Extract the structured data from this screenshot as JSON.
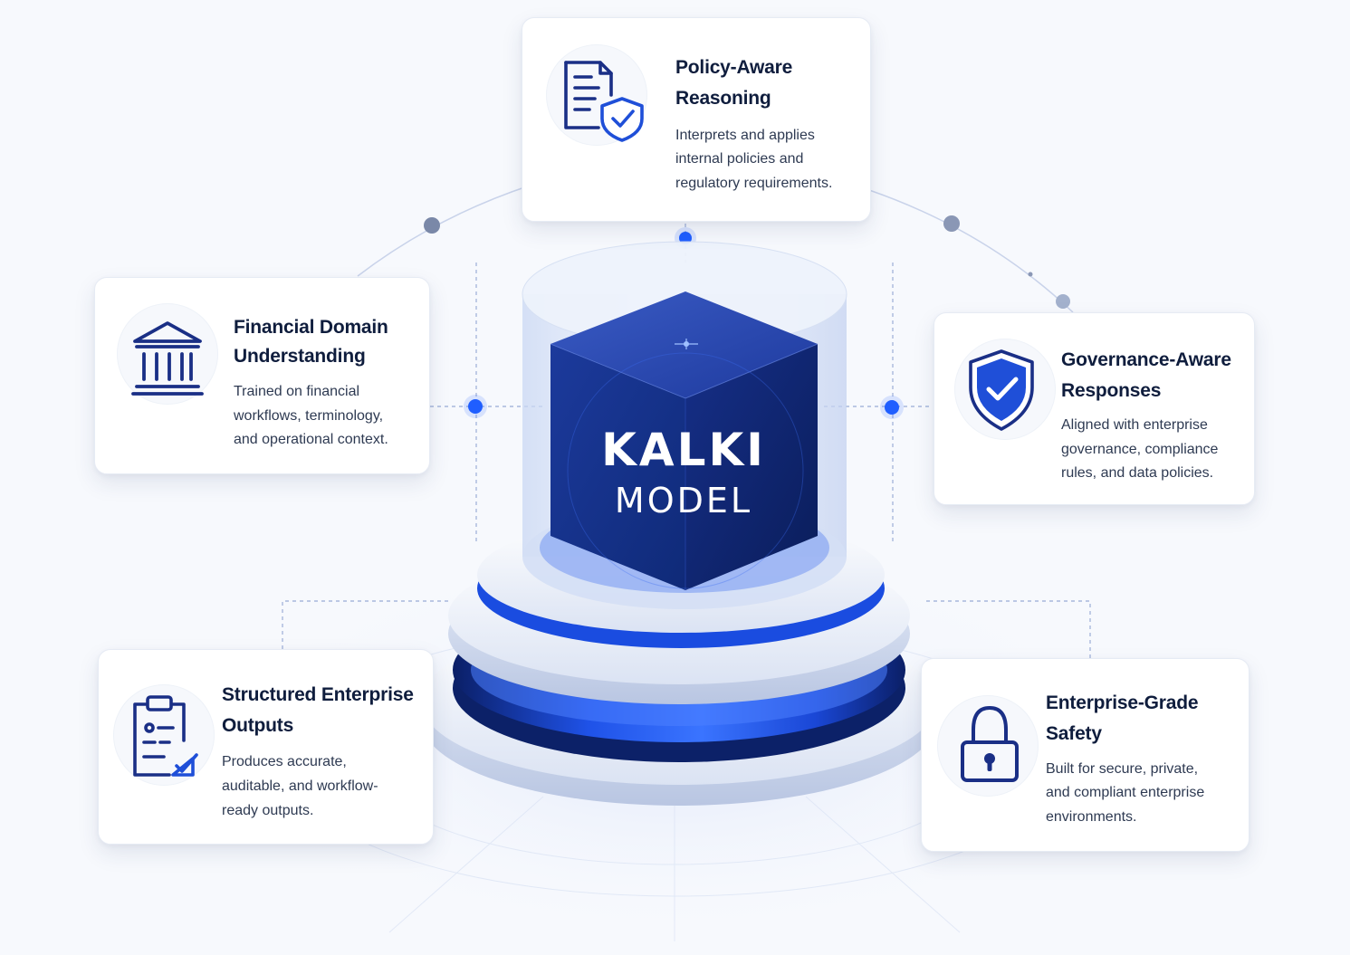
{
  "center": {
    "line1": "KALKI",
    "line2": "MODEL"
  },
  "cards": [
    {
      "key": "policy",
      "title1": "Policy-Aware",
      "title2": "Reasoning",
      "desc1": "Interprets and applies",
      "desc2": "internal policies and",
      "desc3": "regulatory requirements.",
      "icon": "document-shield-icon"
    },
    {
      "key": "financial",
      "title1": "Financial Domain",
      "title2": "Understanding",
      "desc1": "Trained on financial",
      "desc2": "workflows, terminology,",
      "desc3": "and operational context.",
      "icon": "bank-icon"
    },
    {
      "key": "governance",
      "title1": "Governance-Aware",
      "title2": "Responses",
      "desc1": "Aligned with enterprise",
      "desc2": "governance, compliance",
      "desc3": "rules, and data policies.",
      "icon": "shield-check-icon"
    },
    {
      "key": "structured",
      "title1": "Structured Enterprise",
      "title2": "Outputs",
      "desc1": "Produces accurate,",
      "desc2": "auditable, and workflow-",
      "desc3": "ready outputs.",
      "icon": "clipboard-check-icon"
    },
    {
      "key": "safety",
      "title1": "Enterprise-Grade",
      "title2": "Safety",
      "desc1": "Built for secure, private,",
      "desc2": "and compliant enterprise",
      "desc3": "environments.",
      "icon": "lock-icon"
    }
  ],
  "colors": {
    "icon_navy": "#1a2f86",
    "accent_blue": "#1f5fff",
    "cube_dark": "#0f2a78",
    "title_text": "#0f1d3d",
    "body_text": "#2e3a52"
  }
}
